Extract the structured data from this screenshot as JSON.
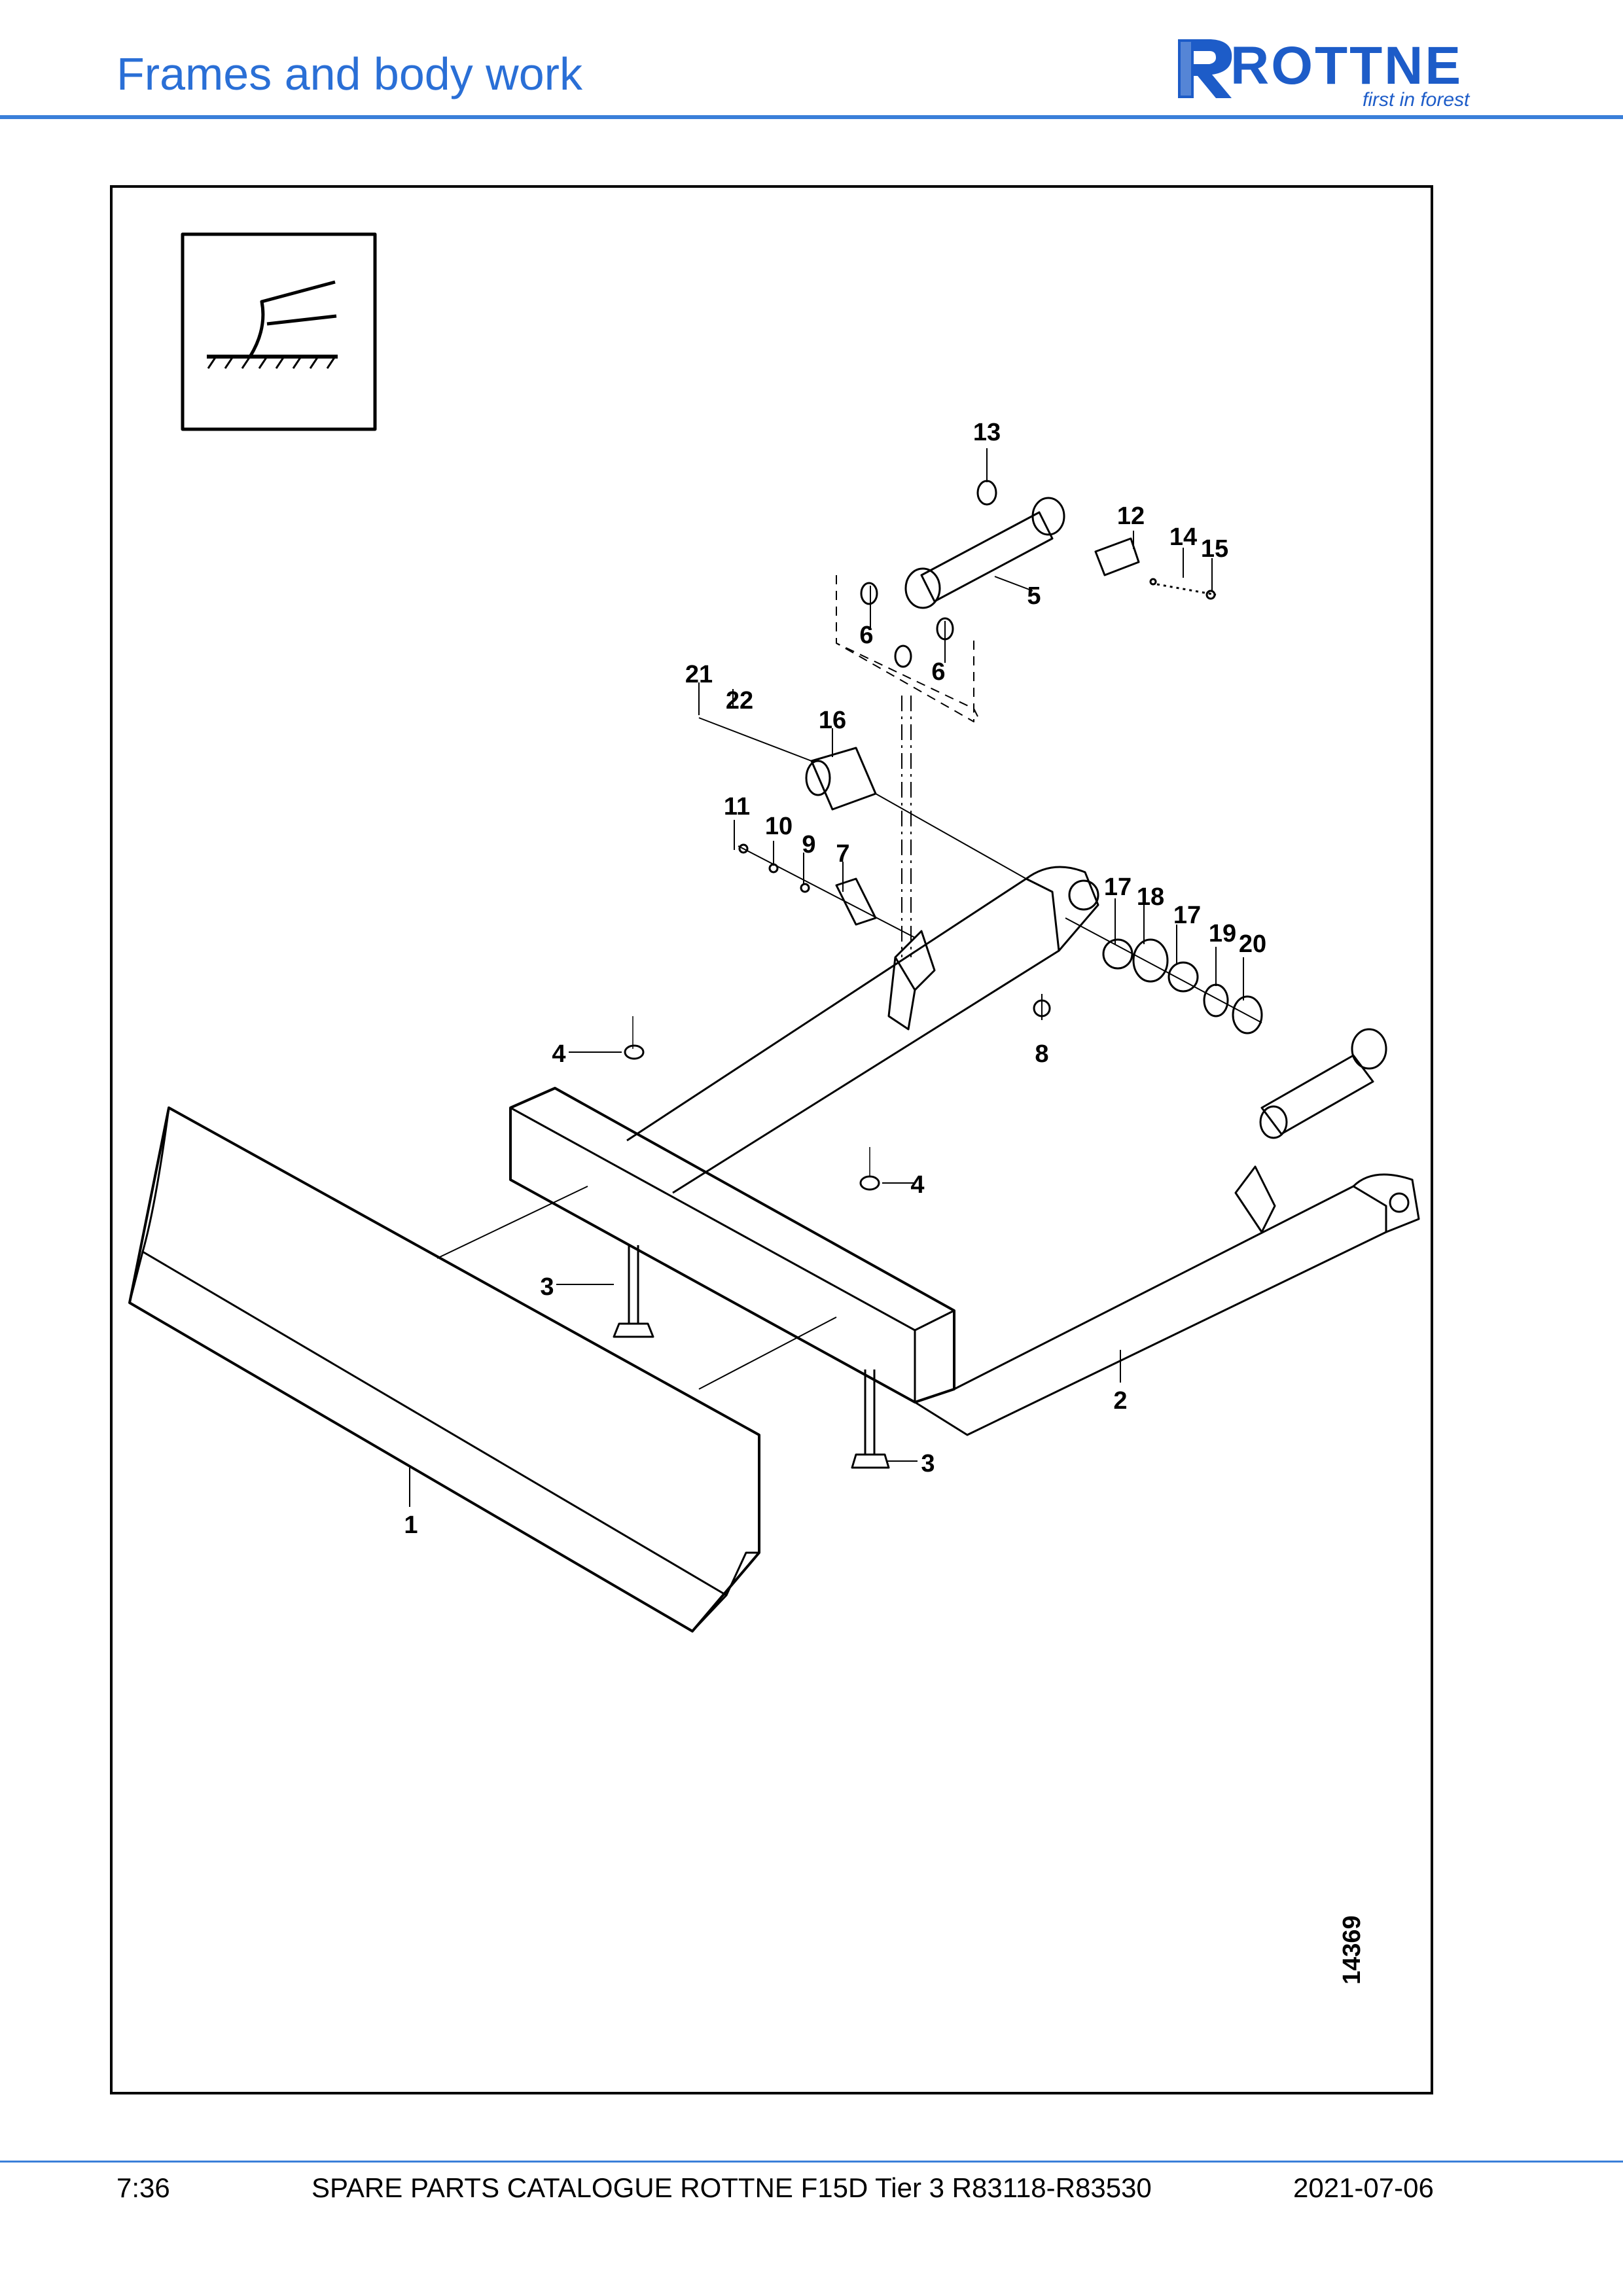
{
  "header": {
    "title": "Frames and body work",
    "logo_text": "ROTTNE",
    "logo_tagline": "first in forest"
  },
  "figure": {
    "number": "14369",
    "icon": "dozer-blade-icon",
    "callouts": [
      "1",
      "2",
      "3",
      "3",
      "4",
      "4",
      "5",
      "6",
      "6",
      "7",
      "8",
      "9",
      "10",
      "11",
      "12",
      "13",
      "14",
      "15",
      "16",
      "17",
      "17",
      "18",
      "19",
      "20",
      "21",
      "22"
    ]
  },
  "footer": {
    "page": "7:36",
    "title": "SPARE PARTS CATALOGUE ROTTNE F15D Tier 3 R83118-R83530",
    "date": "2021-07-06"
  },
  "colors": {
    "accent": "#2a6fd6",
    "logo": "#1d5cc8"
  }
}
